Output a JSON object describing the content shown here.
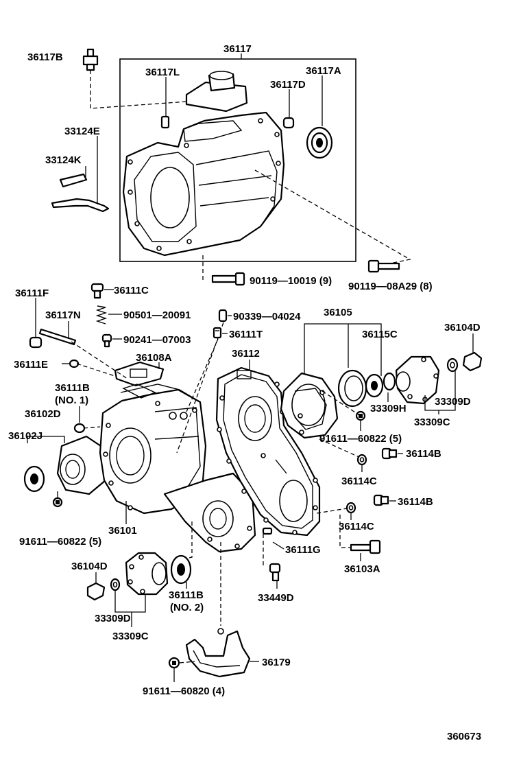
{
  "labels": {
    "l36117": "36117",
    "l36117B": "36117B",
    "l36117L": "36117L",
    "l36117D": "36117D",
    "l36117A": "36117A",
    "l33124E": "33124E",
    "l33124K": "33124K",
    "l90119_10019": "90119—10019 (9)",
    "l90119_08A29": "90119—08A29 (8)",
    "l36111F": "36111F",
    "l36111C": "36111C",
    "l36117N": "36117N",
    "l90501": "90501—20091",
    "l90339": "90339—04024",
    "l90241": "90241—07003",
    "l36111T": "36111T",
    "l36105": "36105",
    "l36115C": "36115C",
    "l36104D_r": "36104D",
    "l36111E": "36111E",
    "l36108A": "36108A",
    "l36112": "36112",
    "l36111B_1": "36111B",
    "l_no1": "(NO. 1)",
    "l36102D": "36102D",
    "l36102J": "36102J",
    "l33309H": "33309H",
    "l33309D_r": "33309D",
    "l33309C_r": "33309C",
    "l91611_60822_r": "91611—60822 (5)",
    "l36114B_a": "36114B",
    "l36114C_a": "36114C",
    "l36114B_b": "36114B",
    "l36114C_b": "36114C",
    "l36101": "36101",
    "l91611_60822_l": "91611—60822 (5)",
    "l36111G": "36111G",
    "l36103A": "36103A",
    "l36104D_l": "36104D",
    "l36111B_2": "36111B",
    "l_no2": "(NO. 2)",
    "l33449D": "33449D",
    "l33309D_l": "33309D",
    "l33309C_l": "33309C",
    "l36179": "36179",
    "l91611_60820": "91611—60820 (4)",
    "l360673": "360673"
  },
  "colors": {
    "ink": "#000000",
    "paper": "#ffffff"
  }
}
